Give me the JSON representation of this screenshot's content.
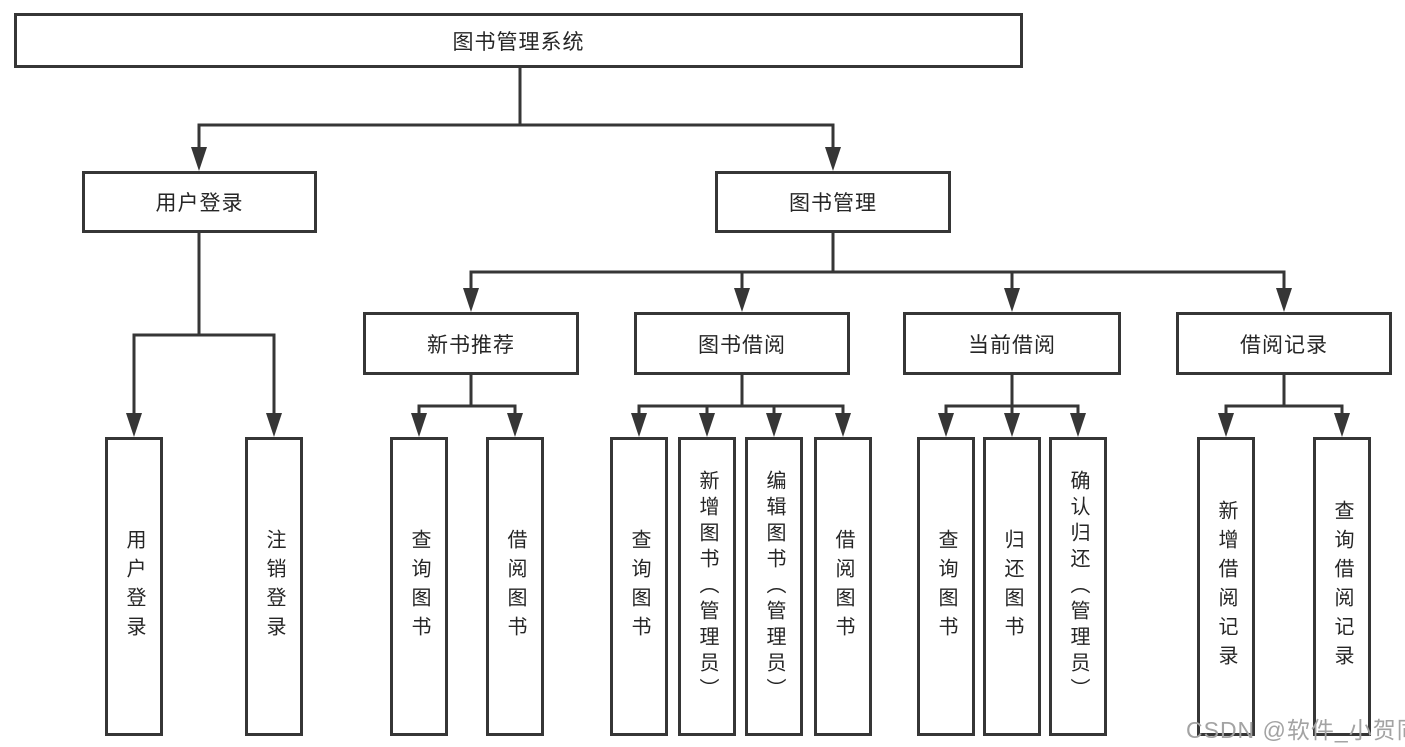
{
  "colors": {
    "line": "#363636",
    "box_border": "#363636",
    "text": "#262626",
    "watermark": "#a3a3a3",
    "background": "#ffffff"
  },
  "tree": {
    "root": {
      "label": "图书管理系统"
    },
    "branches": [
      {
        "label": "用户登录",
        "leaves": [
          {
            "label": "用户登录"
          },
          {
            "label": "注销登录"
          }
        ]
      },
      {
        "label": "图书管理",
        "groups": [
          {
            "label": "新书推荐",
            "leaves": [
              {
                "label": "查询图书"
              },
              {
                "label": "借阅图书"
              }
            ]
          },
          {
            "label": "图书借阅",
            "leaves": [
              {
                "label": "查询图书"
              },
              {
                "label": "新增图书（管理员）"
              },
              {
                "label": "编辑图书（管理员）"
              },
              {
                "label": "借阅图书"
              }
            ]
          },
          {
            "label": "当前借阅",
            "leaves": [
              {
                "label": "查询图书"
              },
              {
                "label": "归还图书"
              },
              {
                "label": "确认归还（管理员）"
              }
            ]
          },
          {
            "label": "借阅记录",
            "leaves": [
              {
                "label": "新增借阅记录"
              },
              {
                "label": "查询借阅记录"
              }
            ]
          }
        ]
      }
    ]
  },
  "watermark": {
    "text": "CSDN @软件_小贺同学"
  }
}
